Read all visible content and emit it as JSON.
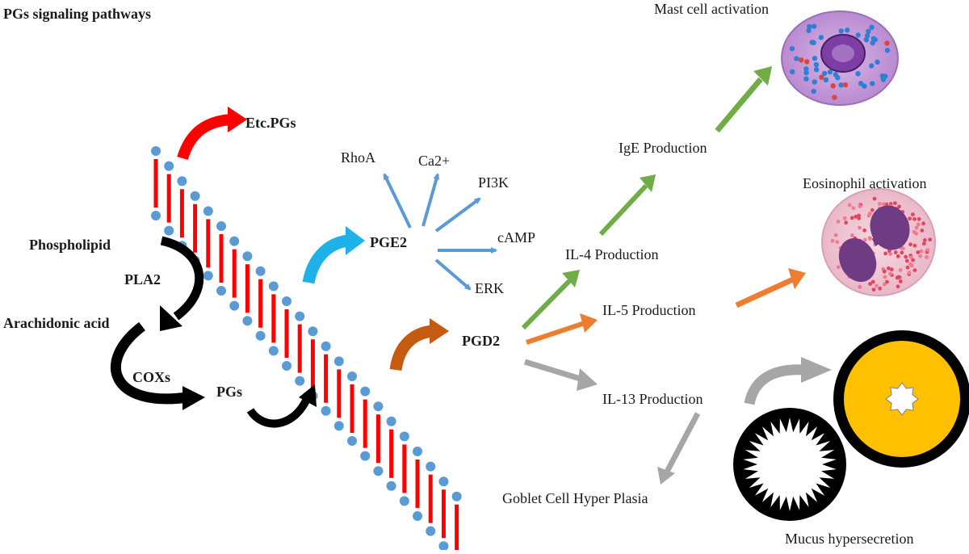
{
  "title": "PGs signaling pathways",
  "labels": {
    "phospholipid": "Phospholipid",
    "pla2": "PLA2",
    "arachidonic_acid": "Arachidonic acid",
    "coxs": "COXs",
    "pgs": "PGs",
    "etc_pgs": "Etc.PGs",
    "pge2": "PGE2",
    "pgd2": "PGD2",
    "rhoa": "RhoA",
    "ca2": "Ca2+",
    "pi3k": "PI3K",
    "camp": "cAMP",
    "erk": "ERK",
    "ige_production": "IgE Production",
    "il4_production": "IL-4 Production",
    "il5_production": "IL-5 Production",
    "il13_production": "IL-13 Production",
    "goblet": "Goblet Cell Hyper Plasia",
    "mast_cell": "Mast cell activation",
    "eosinophil": "Eosinophil activation",
    "mucus": "Mucus hypersecretion"
  },
  "colors": {
    "lipid_head": "#5b9bd5",
    "lipid_tail": "#ff0000",
    "arrow_red": "#ff0000",
    "arrow_cyan": "#1fb2e8",
    "arrow_brown": "#c55a11",
    "arrow_blue": "#5b9bd5",
    "arrow_green": "#70ad47",
    "arrow_orange": "#ed7d31",
    "arrow_gray": "#a6a6a6",
    "arrow_black": "#000000",
    "mucus_yellow": "#ffc000"
  }
}
